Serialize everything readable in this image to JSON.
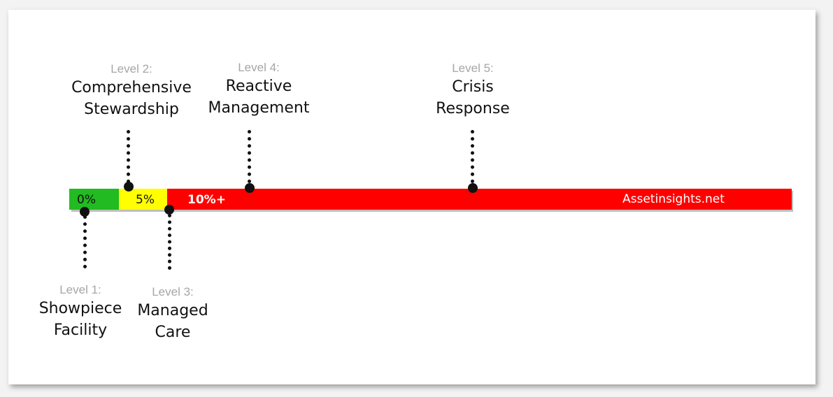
{
  "segments": [
    {
      "label": "0%",
      "color": "#22bb22"
    },
    {
      "label": "5%",
      "color": "#ffff00"
    },
    {
      "label": "10%+",
      "color": "#ff0000"
    }
  ],
  "brand": "Assetinsights.net",
  "levels": [
    {
      "tag": "Level 1:",
      "name_line1": "Showpiece",
      "name_line2": "Facility"
    },
    {
      "tag": "Level 2:",
      "name_line1": "Comprehensive",
      "name_line2": "Stewardship"
    },
    {
      "tag": "Level 3:",
      "name_line1": "Managed",
      "name_line2": "Care"
    },
    {
      "tag": "Level 4:",
      "name_line1": "Reactive",
      "name_line2": "Management"
    },
    {
      "tag": "Level 5:",
      "name_line1": "Crisis",
      "name_line2": "Response"
    }
  ]
}
